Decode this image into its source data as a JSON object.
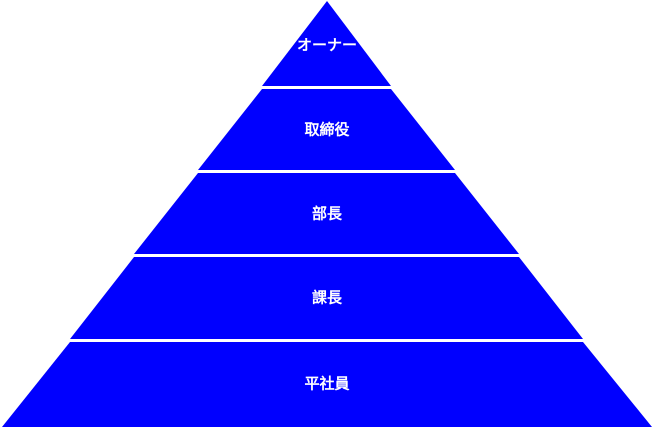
{
  "pyramid": {
    "fill_color": "#0000ff",
    "gap_color": "#ffffff",
    "tiers": [
      {
        "label": "オーナー"
      },
      {
        "label": "取締役"
      },
      {
        "label": "部長"
      },
      {
        "label": "課長"
      },
      {
        "label": "平社員"
      }
    ]
  }
}
